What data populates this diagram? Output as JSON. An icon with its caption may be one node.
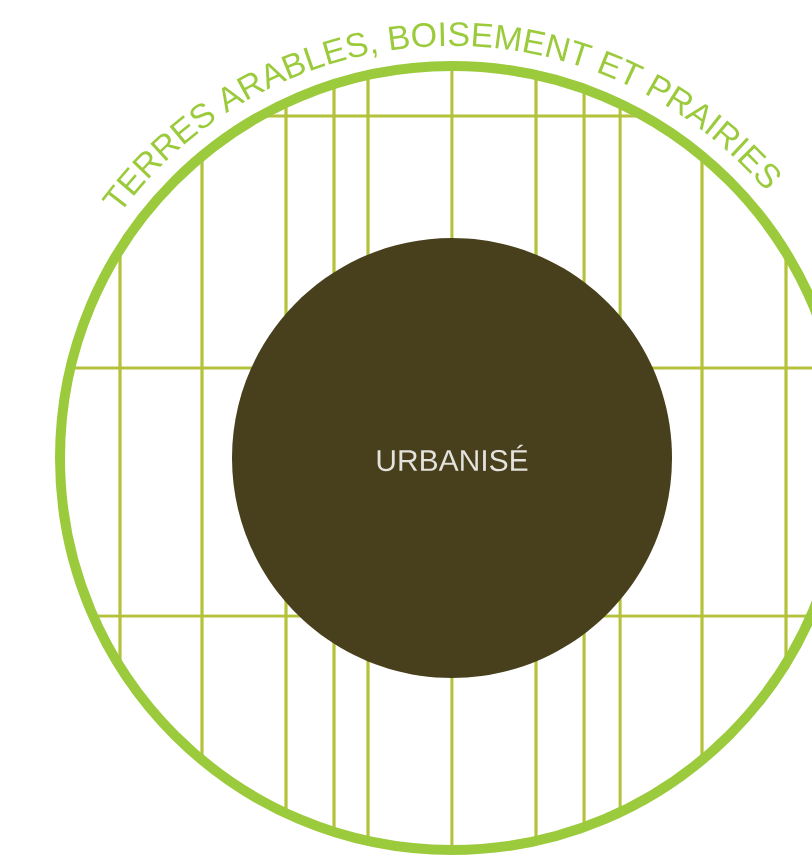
{
  "diagram": {
    "nodes": [
      {
        "text": [
          "TERRES ARABLES, BOISEMENT ET PRAIRIES"
        ]
      },
      {
        "text": [
          "URBANISÉ"
        ],
        "in": 0
      }
    ]
  }
}
